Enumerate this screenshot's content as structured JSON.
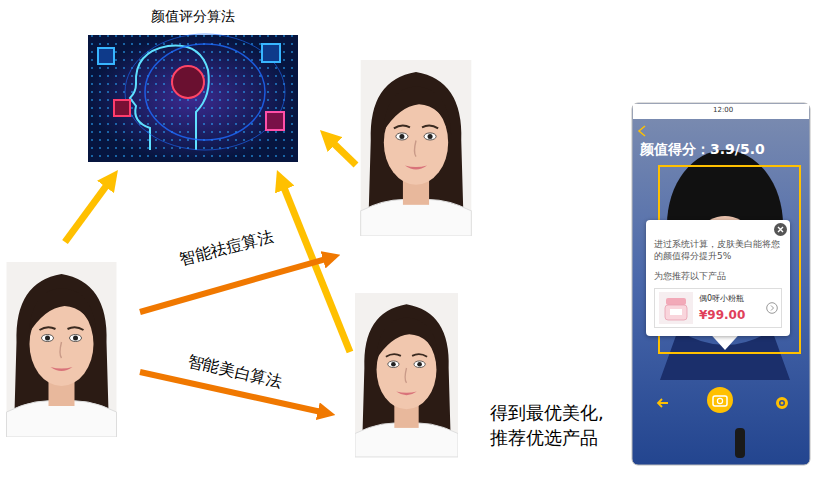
{
  "diagram": {
    "nodes": [
      {
        "text": [
          "颜值评分算法"
        ]
      },
      {
        "text": [
          "颜值得分：3.9/5.0"
        ]
      },
      {
        "text": [
          "进过系统计算，皮肤美白能将您的颜值得分提升5%",
          "为您推荐以下产品"
        ],
        "in": 1
      },
      {
        "text": [
          "偶0呀小粉瓶",
          "¥99.00"
        ],
        "in": 2
      }
    ],
    "labels": [
      "智能祛痘算法",
      "智能美白算法",
      "得到最优美化, 推荐优选产品",
      "12:00"
    ]
  }
}
